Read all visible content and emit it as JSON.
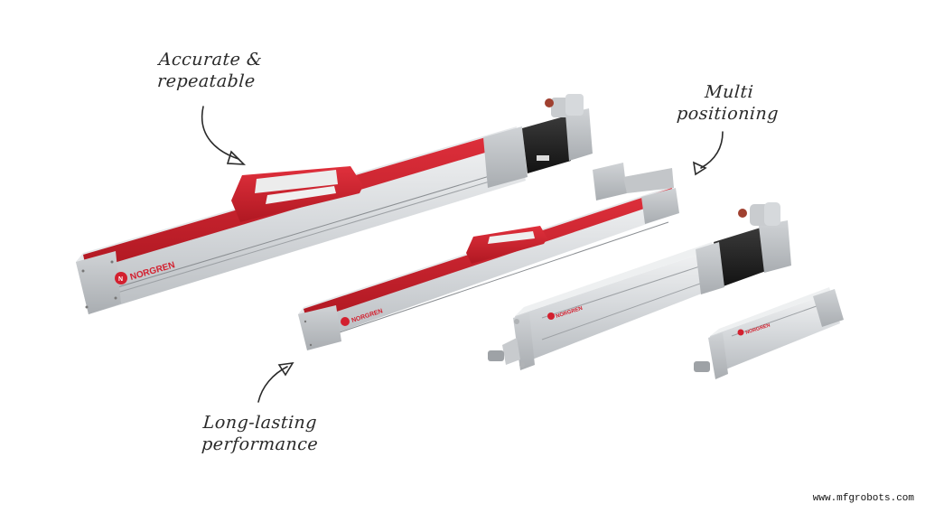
{
  "annotations": [
    {
      "id": "accurate",
      "lines": [
        "Accurate &",
        "repeatable"
      ]
    },
    {
      "id": "multi",
      "lines": [
        "Multi",
        "positioning"
      ]
    },
    {
      "id": "long",
      "lines": [
        "Long-lasting",
        "performance"
      ]
    }
  ],
  "brand": {
    "name": "NORGREN",
    "color": "#d3202f"
  },
  "products": [
    {
      "name": "large-linear-actuator",
      "carriage_color": "#c8202d"
    },
    {
      "name": "small-linear-actuator",
      "carriage_color": "#c8202d"
    },
    {
      "name": "electric-rod-actuator-large"
    },
    {
      "name": "electric-rod-actuator-small"
    }
  ],
  "colors": {
    "aluminium": "#d9dcdf",
    "red": "#d3202f",
    "motor": "#1d1d1d",
    "background": "#ffffff"
  },
  "watermark": "www.mfgrobots.com"
}
